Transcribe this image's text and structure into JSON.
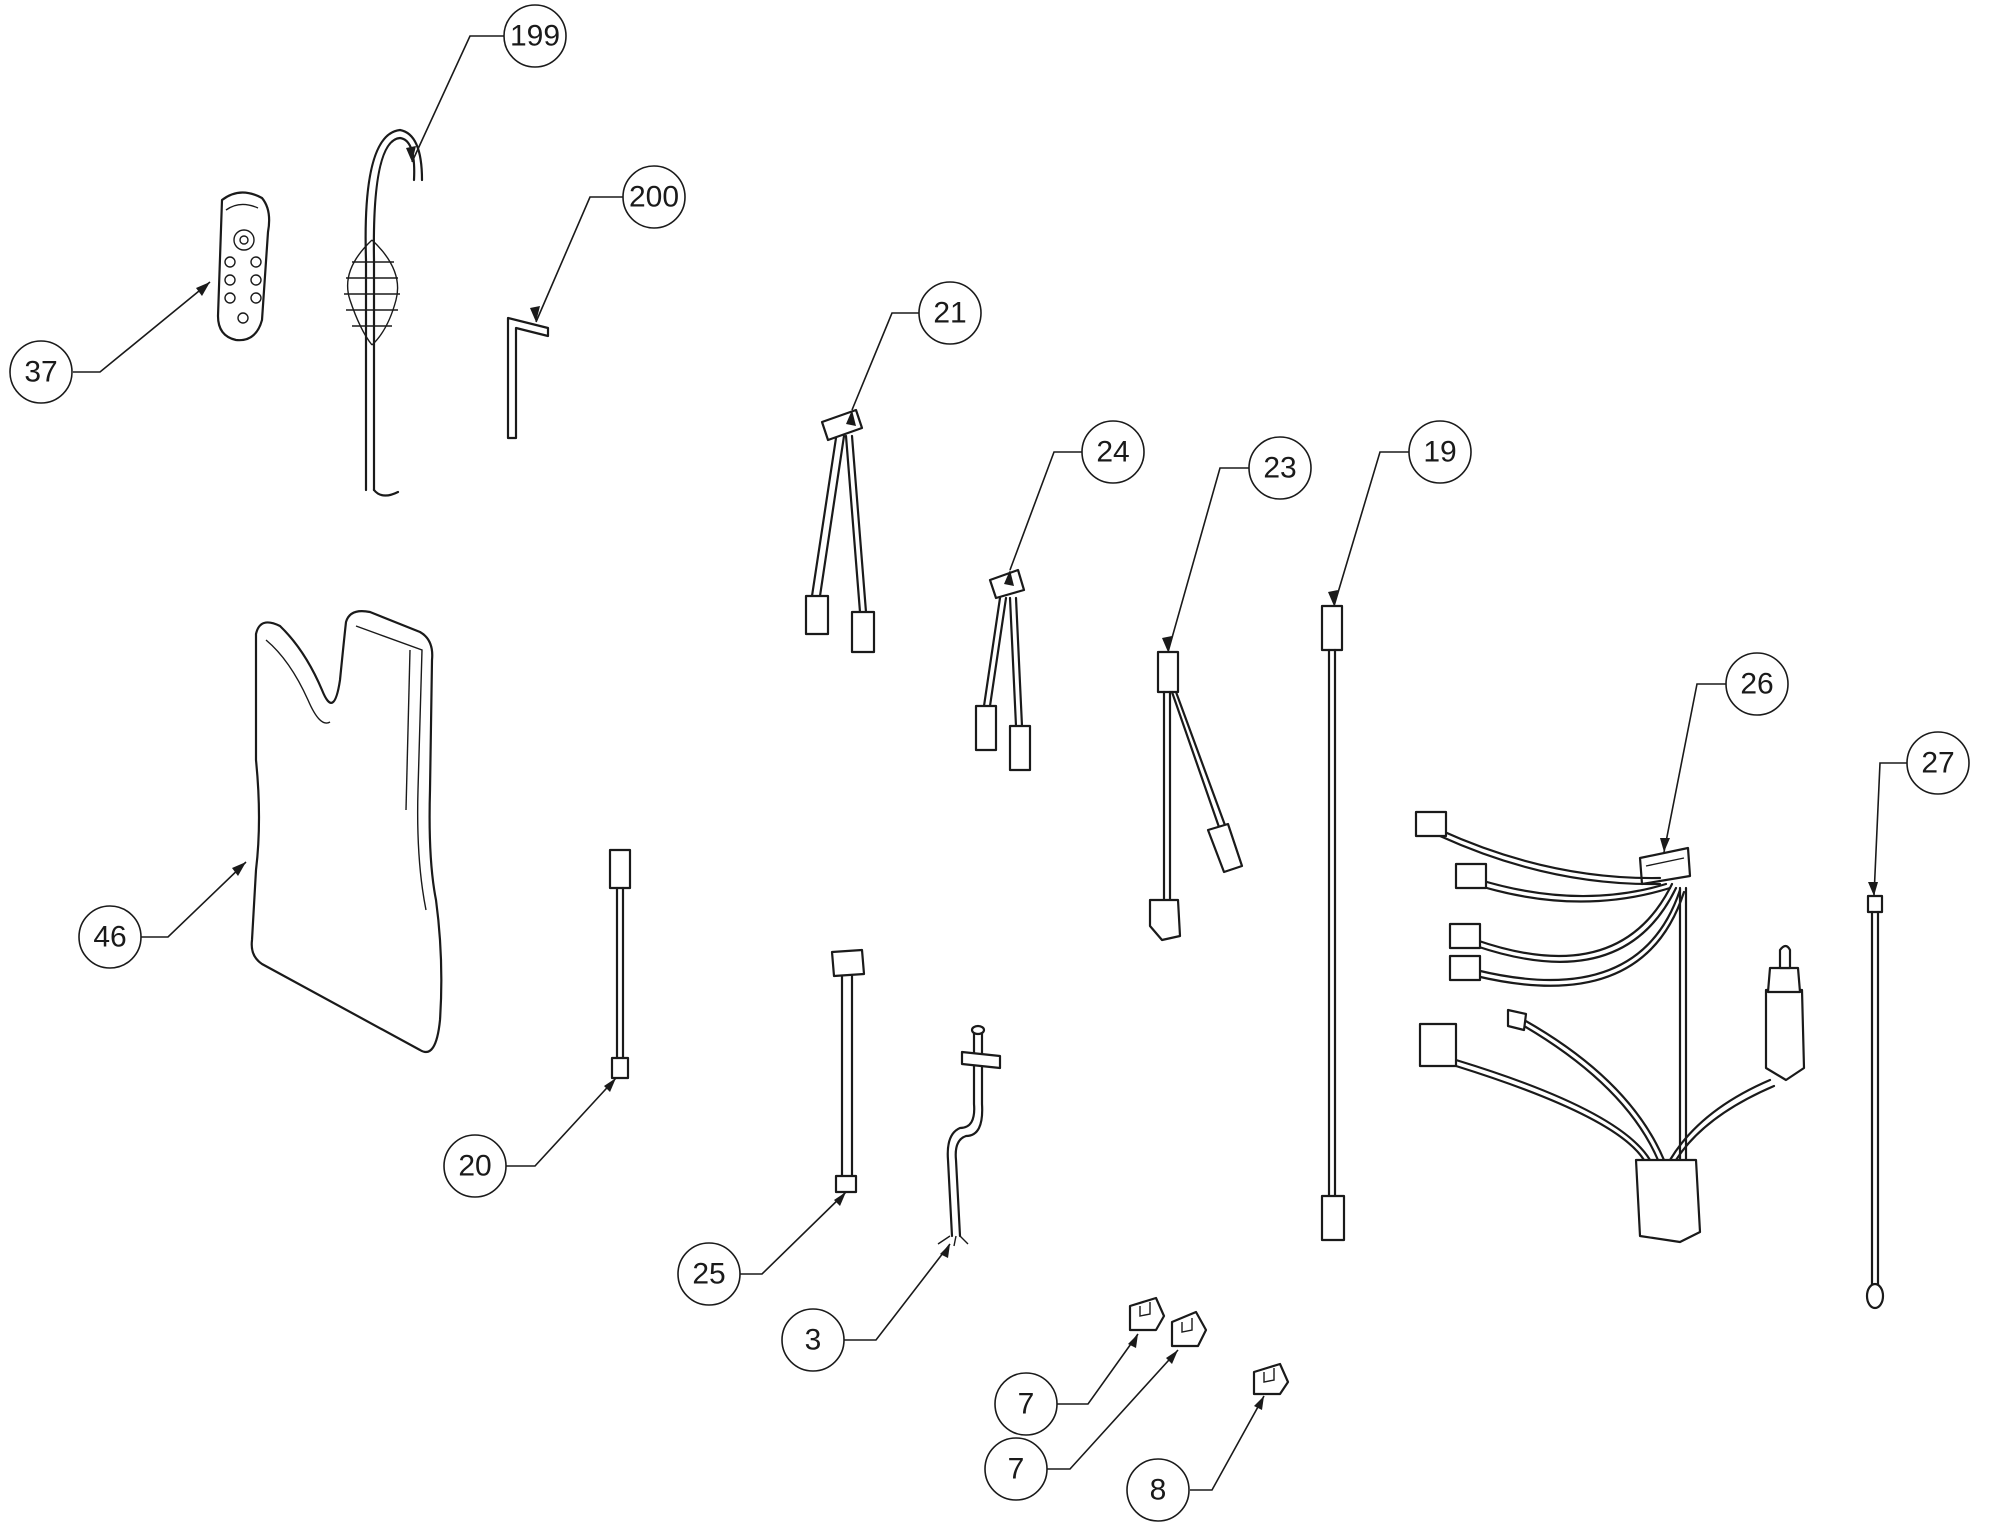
{
  "callouts": [
    {
      "id": "37",
      "label": "37"
    },
    {
      "id": "199",
      "label": "199"
    },
    {
      "id": "200",
      "label": "200"
    },
    {
      "id": "46",
      "label": "46"
    },
    {
      "id": "20",
      "label": "20"
    },
    {
      "id": "21",
      "label": "21"
    },
    {
      "id": "24",
      "label": "24"
    },
    {
      "id": "23",
      "label": "23"
    },
    {
      "id": "19",
      "label": "19"
    },
    {
      "id": "26",
      "label": "26"
    },
    {
      "id": "27",
      "label": "27"
    },
    {
      "id": "25",
      "label": "25"
    },
    {
      "id": "3",
      "label": "3"
    },
    {
      "id": "7a",
      "label": "7"
    },
    {
      "id": "7b",
      "label": "7"
    },
    {
      "id": "8",
      "label": "8"
    }
  ]
}
